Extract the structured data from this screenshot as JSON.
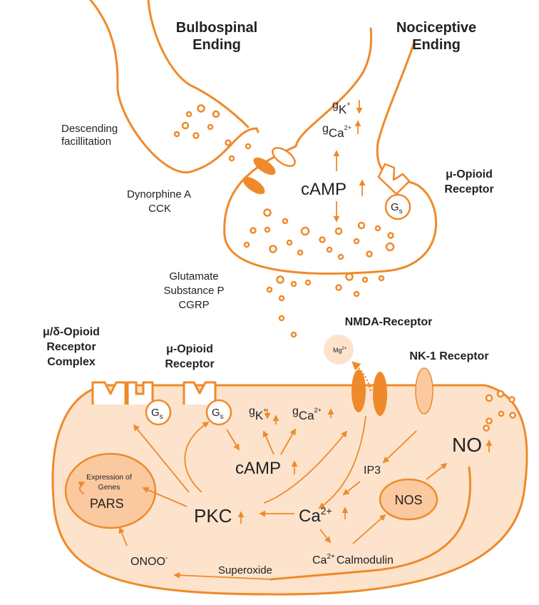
{
  "colors": {
    "accent": "#ef8a2a",
    "cell_fill": "#fde3cc",
    "nucleus_fill": "#fbc9a0",
    "text": "#222222"
  },
  "presynaptic": {
    "bulbospinal_line1": "Bulbospinal",
    "bulbospinal_line2": "Ending",
    "nociceptive_line1": "Nociceptive",
    "nociceptive_line2": "Ending",
    "descending_line1": "Descending",
    "descending_line2": "facillitation",
    "gk": "g",
    "gk_sub": "K",
    "gk_sup": "+",
    "gca": "g",
    "gca_sub": "Ca",
    "gca_sup": "2+",
    "camp": "cAMP",
    "mu_line1": "μ-Opioid",
    "mu_line2": "Receptor",
    "gs": "G",
    "gs_sub": "s",
    "dyn_line1": "Dynorphine A",
    "dyn_line2": "CCK",
    "nt_line1": "Glutamate",
    "nt_line2": "Substance P",
    "nt_line3": "CGRP"
  },
  "postsynaptic": {
    "nmda": "NMDA-Receptor",
    "mg": "Mg",
    "mg_sup": "2+",
    "nk1": "NK-1 Receptor",
    "complex_line1": "μ/δ-Opioid",
    "complex_line2": "Receptor",
    "complex_line3": "Complex",
    "mu_line1": "μ-Opioid",
    "mu_line2": "Receptor",
    "gs": "G",
    "gs_sub": "s",
    "gk": "g",
    "gk_sub": "K",
    "gk_sup": "+",
    "gca": "g",
    "gca_sub": "Ca",
    "gca_sup": "2+",
    "camp": "cAMP",
    "expression_line1": "Expression of",
    "expression_line2": "Genes",
    "pars": "PARS",
    "pkc": "PKC",
    "ca": "Ca",
    "ca_sup": "2+",
    "ip3": "IP3",
    "nos": "NOS",
    "no": "NO",
    "onoo": "ONOO",
    "onoo_sup": "-",
    "superoxide": "Superoxide",
    "calmod_ca": "Ca",
    "calmod_sup": "2+",
    "calmodulin": "Calmodulin"
  }
}
